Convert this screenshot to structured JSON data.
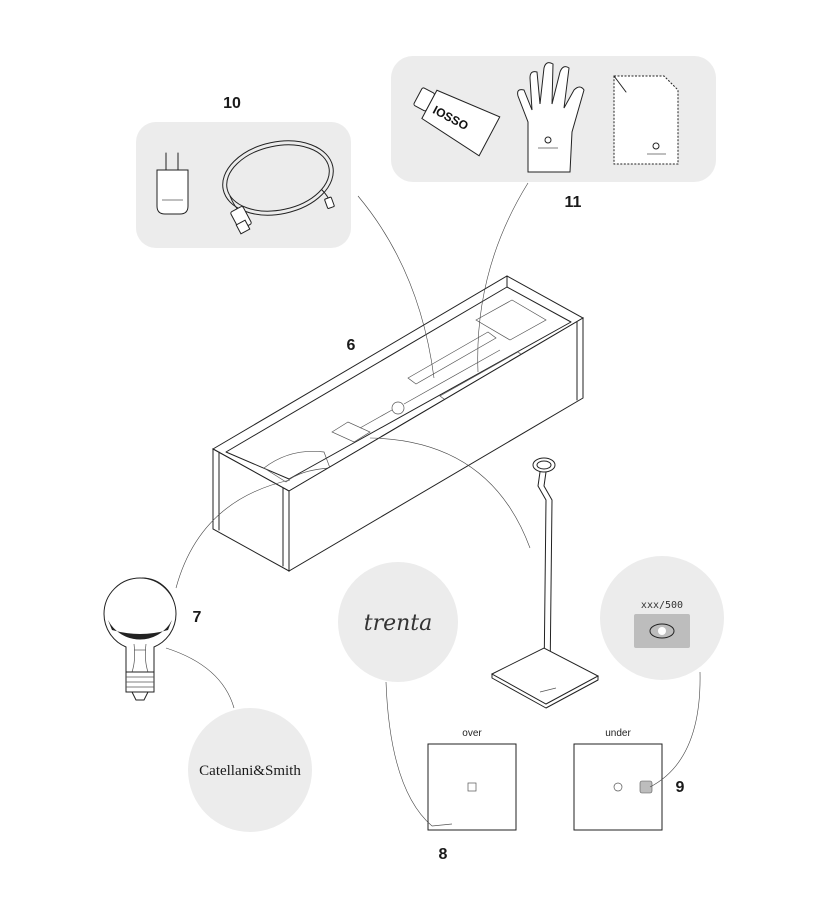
{
  "callouts": {
    "box": "6",
    "bulb": "7",
    "base_over": "8",
    "base_under": "9",
    "power_kit": "10",
    "care_kit": "11"
  },
  "base_views": {
    "over_label": "over",
    "under_label": "under"
  },
  "details": {
    "bulb_brand": "Catellani&Smith",
    "signature": "trenta",
    "edition_number": "xxx/500",
    "tube_text": "IOSSO"
  },
  "colors": {
    "panel": "#ececec",
    "line": "#222222",
    "badge": "#bdbdbd"
  }
}
